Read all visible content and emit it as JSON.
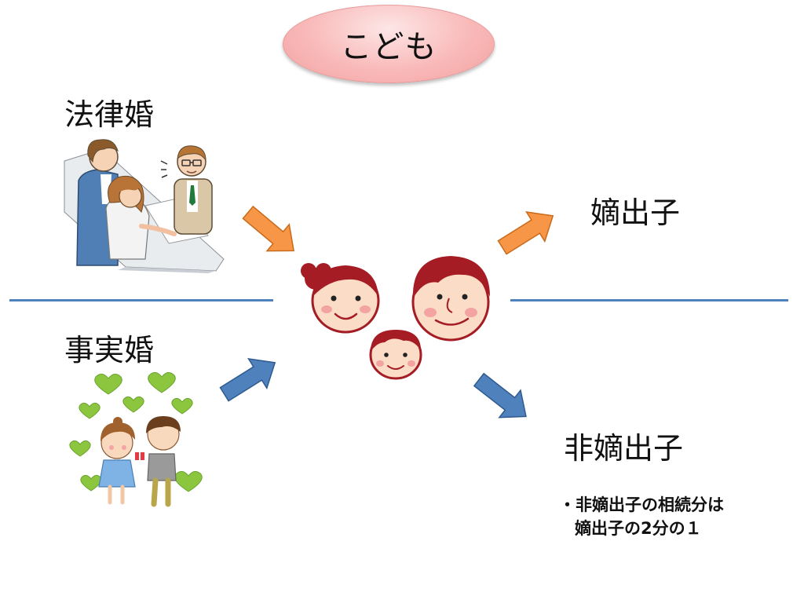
{
  "slide": {
    "title": "こども",
    "left_top_label": "法律婚",
    "left_bottom_label": "事実婚",
    "right_top_label": "嫡出子",
    "right_bottom_label": "非嫡出子",
    "note_line1": "・非嫡出子の相続分は",
    "note_line2": "嫡出子の2分の１"
  },
  "colors": {
    "divider": "#4f81bd",
    "arrow_orange": "#f79646",
    "arrow_blue": "#4f81bd",
    "title_fill": "#f9b9b9"
  }
}
